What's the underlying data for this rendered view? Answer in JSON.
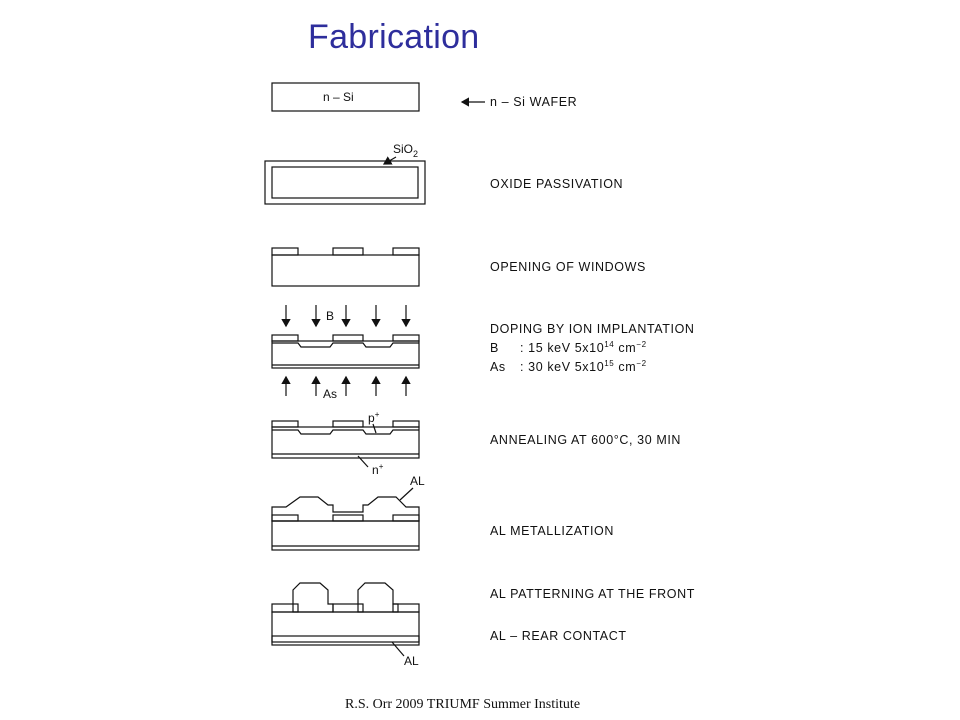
{
  "slide": {
    "title": "Fabrication",
    "footer": "R.S. Orr 2009 TRIUMF Summer Institute"
  },
  "steps": [
    {
      "label": "n – Si WAFER"
    },
    {
      "label": "OXIDE PASSIVATION"
    },
    {
      "label": "OPENING OF WINDOWS"
    },
    {
      "label": "DOPING BY ION IMPLANTATION",
      "line2_species": "B",
      "line2_value": ":  15 keV 5x10",
      "line2_exp": "14",
      "line2_unit": " cm",
      "line2_unit_exp": "−2",
      "line3_species": "As",
      "line3_value": ":  30 keV 5x10",
      "line3_exp": "15",
      "line3_unit": " cm",
      "line3_unit_exp": "−2"
    },
    {
      "label": "ANNEALING AT 600°C, 30 MIN"
    },
    {
      "label": "AL METALLIZATION"
    },
    {
      "label": "AL PATTERNING AT THE FRONT"
    },
    {
      "label": "AL – REAR CONTACT"
    }
  ],
  "labels": {
    "wafer": "n – Si",
    "sio2": "SiO",
    "sio2_sub": "2",
    "boron": "B",
    "arsenic": "As",
    "pplus": "p",
    "pplus_sup": "+",
    "nplus": "n",
    "nplus_sup": "+",
    "al_top": "AL",
    "al_bottom": "AL"
  }
}
